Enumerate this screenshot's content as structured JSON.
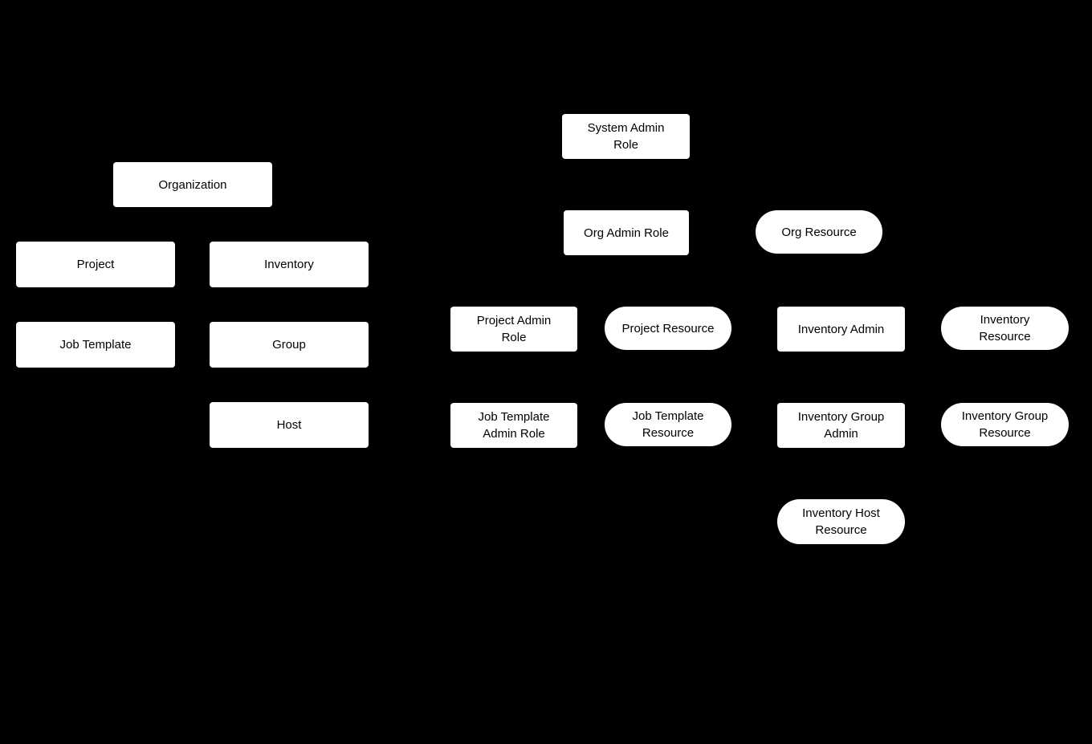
{
  "diagram": {
    "colors": {
      "background": "#000000",
      "node-fill": "#ffffff",
      "node-text": "#000000"
    },
    "nodes": [
      {
        "id": "organization",
        "label": "Organization",
        "shape": "rect"
      },
      {
        "id": "project",
        "label": "Project",
        "shape": "rect"
      },
      {
        "id": "inventory",
        "label": "Inventory",
        "shape": "rect"
      },
      {
        "id": "job-template",
        "label": "Job Template",
        "shape": "rect"
      },
      {
        "id": "group",
        "label": "Group",
        "shape": "rect"
      },
      {
        "id": "host",
        "label": "Host",
        "shape": "rect"
      },
      {
        "id": "system-admin-role",
        "label": "System Admin Role",
        "shape": "rect"
      },
      {
        "id": "org-admin-role",
        "label": "Org Admin Role",
        "shape": "rect"
      },
      {
        "id": "org-resource",
        "label": "Org Resource",
        "shape": "pill"
      },
      {
        "id": "project-admin-role",
        "label": "Project Admin Role",
        "shape": "rect"
      },
      {
        "id": "project-resource",
        "label": "Project Resource",
        "shape": "pill"
      },
      {
        "id": "inventory-admin",
        "label": "Inventory Admin",
        "shape": "rect"
      },
      {
        "id": "inventory-resource",
        "label": "Inventory Resource",
        "shape": "pill"
      },
      {
        "id": "job-template-admin-role",
        "label": "Job Template Admin Role",
        "shape": "rect"
      },
      {
        "id": "job-template-resource",
        "label": "Job Template Resource",
        "shape": "pill"
      },
      {
        "id": "inventory-group-admin",
        "label": "Inventory Group Admin",
        "shape": "rect"
      },
      {
        "id": "inventory-group-resource",
        "label": "Inventory Group Resource",
        "shape": "pill"
      },
      {
        "id": "inventory-host-resource",
        "label": "Inventory Host Resource",
        "shape": "pill"
      }
    ]
  }
}
